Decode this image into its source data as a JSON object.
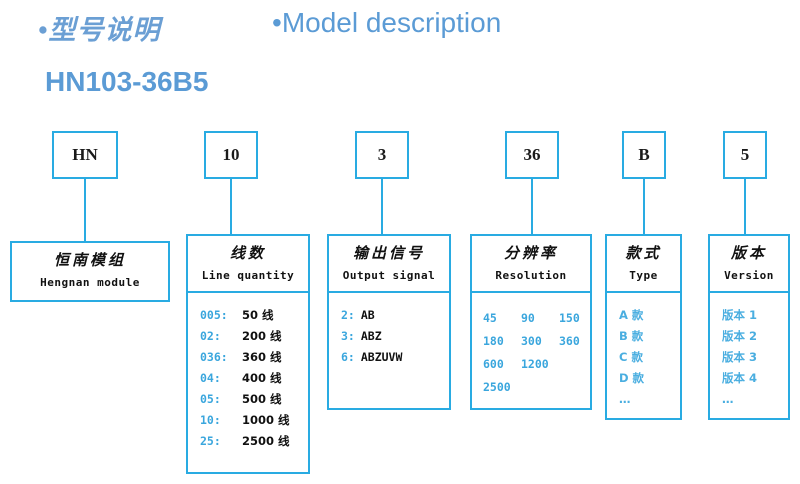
{
  "header": {
    "bullet": "•",
    "title_cn": "型号说明",
    "title_en": "Model description",
    "model_code": "HN103-36B5"
  },
  "columns": [
    {
      "code": "HN",
      "title_cn": "恒南模组",
      "title_en": "Hengnan module",
      "options": []
    },
    {
      "code": "10",
      "title_cn": "线数",
      "title_en": "Line quantity",
      "options": [
        {
          "code": "005:",
          "value": "50 线"
        },
        {
          "code": "02:",
          "value": "200 线"
        },
        {
          "code": "036:",
          "value": "360 线"
        },
        {
          "code": "04:",
          "value": "400 线"
        },
        {
          "code": "05:",
          "value": "500 线"
        },
        {
          "code": "10:",
          "value": "1000 线"
        },
        {
          "code": "25:",
          "value": "2500 线"
        }
      ]
    },
    {
      "code": "3",
      "title_cn": "输出信号",
      "title_en": "Output signal",
      "options": [
        {
          "code": "2:",
          "value": "AB"
        },
        {
          "code": "3:",
          "value": "ABZ"
        },
        {
          "code": "6:",
          "value": "ABZUVW"
        }
      ]
    },
    {
      "code": "36",
      "title_cn": "分辨率",
      "title_en": "Resolution",
      "resolution_rows": [
        [
          "45",
          "90",
          "150"
        ],
        [
          "180",
          "300",
          "360"
        ],
        [
          "600",
          "1200"
        ],
        [
          "2500"
        ]
      ]
    },
    {
      "code": "B",
      "title_cn": "款式",
      "title_en": "Type",
      "options": [
        {
          "code": "A 款",
          "value": ""
        },
        {
          "code": "B 款",
          "value": ""
        },
        {
          "code": "C 款",
          "value": ""
        },
        {
          "code": "D 款",
          "value": ""
        },
        {
          "code": "…",
          "value": ""
        }
      ]
    },
    {
      "code": "5",
      "title_cn": "版本",
      "title_en": "Version",
      "options": [
        {
          "code": "版本 1",
          "value": ""
        },
        {
          "code": "版本 2",
          "value": ""
        },
        {
          "code": "版本 3",
          "value": ""
        },
        {
          "code": "版本 4",
          "value": ""
        },
        {
          "code": "…",
          "value": ""
        }
      ]
    }
  ],
  "colors": {
    "border_blue": "#29abe2",
    "title_blue": "#5b9bd5",
    "option_blue": "#3aa6dd",
    "text_dark": "#111111"
  }
}
